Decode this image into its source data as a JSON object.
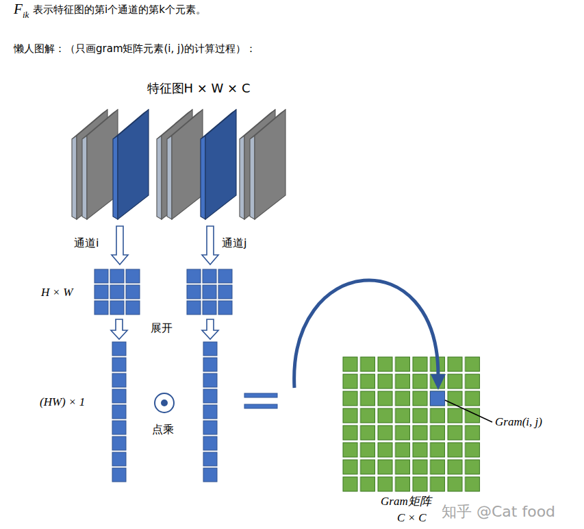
{
  "diagram": {
    "labels": [
      "F",
      "ik",
      "表示特征图的第i个通道的第k个元素。",
      "懒人图解：（只画gram矩阵元素(i, j)的计算过程）：",
      "特征图H × W × C",
      "通道i",
      "通道j",
      "H × W",
      "展开",
      "(HW) × 1",
      "点乘",
      "Gram(i, j)",
      "Gram矩阵",
      "C × C",
      "知乎 @Cat food"
    ]
  }
}
